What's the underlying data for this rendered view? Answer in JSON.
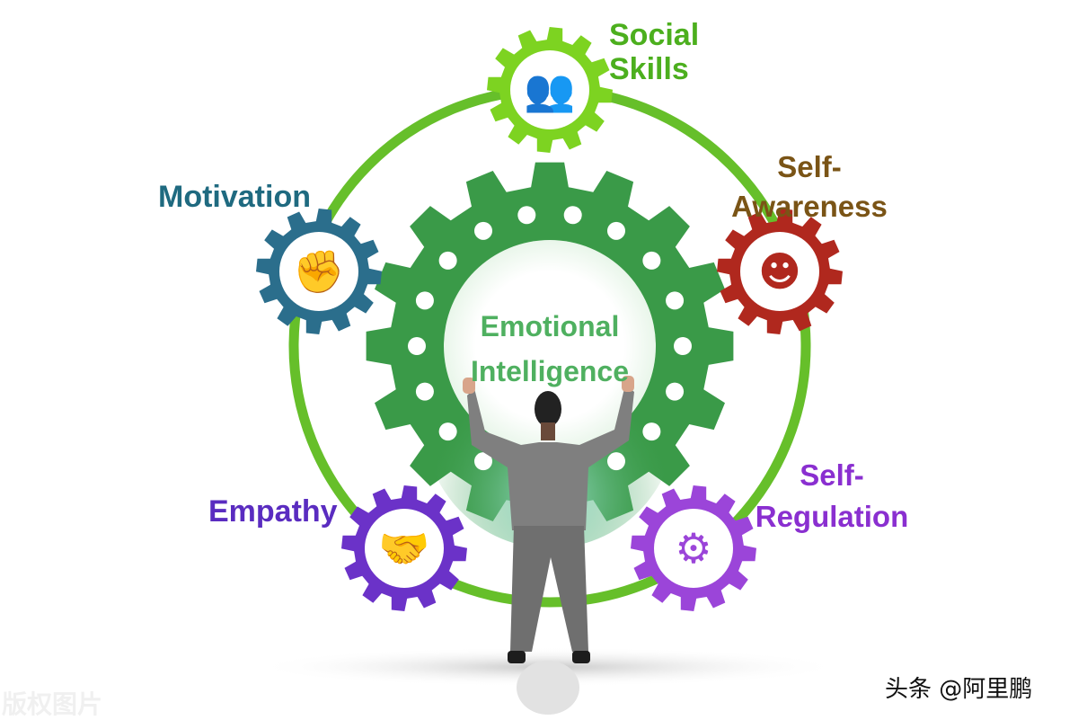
{
  "center": {
    "line1": "Emotional",
    "line2": "Intelligence"
  },
  "nodes": [
    {
      "id": "social-skills",
      "line1": "Social",
      "line2": "Skills",
      "icon": "group-of-people-icon",
      "color": "#7dd321"
    },
    {
      "id": "self-awareness",
      "line1": "Self-",
      "line2": "Awareness",
      "icon": "head-profile-icon",
      "color": "#b0281e"
    },
    {
      "id": "self-regulation",
      "line1": "Self-",
      "line2": "Regulation",
      "icon": "head-with-gear-icon",
      "color": "#9b45d9"
    },
    {
      "id": "empathy",
      "line1": "Empathy",
      "line2": "",
      "icon": "handshake-icon",
      "color": "#6b32c8"
    },
    {
      "id": "motivation",
      "line1": "Motivation",
      "line2": "",
      "icon": "raised-fist-icon",
      "color": "#2b6e8c"
    }
  ],
  "label_colors": {
    "social": "#4caf1e",
    "awareness": "#7a5416",
    "regulation": "#8a2fd0",
    "empathy": "#5a2cc0",
    "motivation": "#1f6a80",
    "center": "#4fb060"
  },
  "ring_color": "#66bf2a",
  "big_gear_color": "#3a9a48",
  "watermarks": {
    "left": "版权图片",
    "right": "头条 @阿里鹏"
  }
}
